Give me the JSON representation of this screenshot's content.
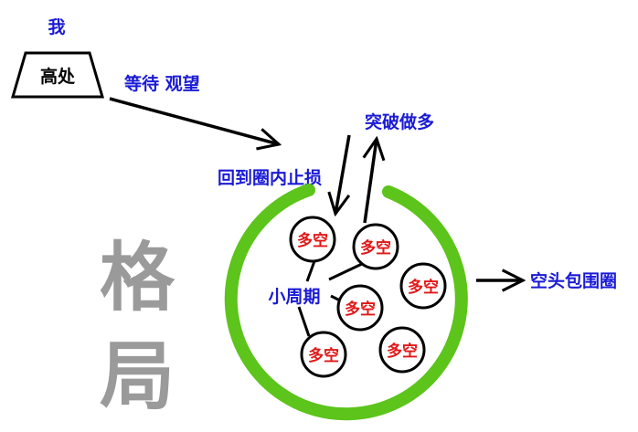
{
  "top_label": "我",
  "platform_label": "高处",
  "watch_label": "等待 观望",
  "breakout_label": "突破做多",
  "return_label": "回到圈内止损",
  "side_label": "格局",
  "cycle_label": "小周期",
  "bull_label": "多空",
  "encircle_label": "空头包围圈",
  "colors": {
    "blue_text": "#1a1ad6",
    "red_text": "#e01818",
    "ring": "#5cc41a",
    "gray_text": "#9a9a9a",
    "ink": "#000000"
  }
}
